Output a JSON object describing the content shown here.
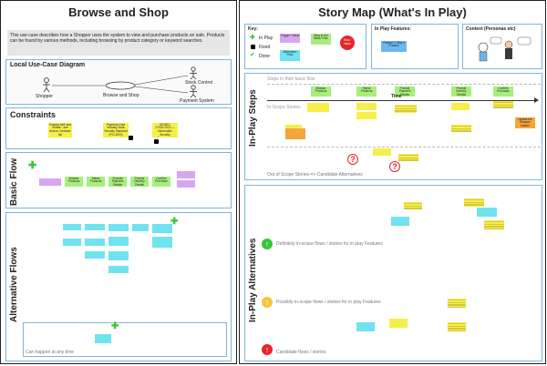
{
  "left": {
    "title": "Browse and Shop",
    "description": "This use case describes how a Shopper uses the system to view and purchase products on sale.  Products can be found by various methods, including browsing by product category or keyword searches.",
    "use_case_diagram": {
      "title": "Local Use-Case Diagram",
      "actors": [
        "Shopper",
        "Stock Control",
        "Payment System"
      ],
      "use_case": "Browse and Shop"
    },
    "constraints": {
      "title": "Constraints",
      "notes": [
        "Support web and mobile - see device / browser list",
        "Payment Card Industry Data Security Standard (PCI-DSS)",
        "ISO/IEC 27001:2013 — Information Security Management"
      ]
    },
    "basic_flow": {
      "title": "Basic Flow",
      "steps": [
        "Browse Products",
        "Select Products",
        "Provide Payment Details",
        "Provide Delivery Details",
        "Confirm Purchase"
      ]
    },
    "alternative_flows": {
      "title": "Alternative Flows",
      "footer": "Can happen at any time"
    }
  },
  "right": {
    "title": "Story Map (What's In Play)",
    "key": {
      "title": "Key:",
      "items": [
        "In Play",
        "Fixed",
        "Done"
      ],
      "boxes": [
        "Trigger / Value",
        "Step in the Basic Flow",
        "Alternative Flow",
        "Risk / Issue"
      ]
    },
    "features": {
      "title": "In Play Features:",
      "feature": "Feature 1: Buy a Product"
    },
    "context": {
      "title": "Context (Personas etc)"
    },
    "in_play_steps": {
      "title": "In-Play Steps",
      "steps_label": "Steps in their basic flow",
      "time_label": "Time",
      "scope_label": "In Scope Stories",
      "out_label": "Out of Scope Stories => Candidate Alternatives",
      "steps": [
        "Browse Products",
        "Select Products",
        "Provide Payment Details",
        "Provide Delivery Details",
        "Confirm Purchase"
      ],
      "extra": "Update the Shopper basket"
    },
    "alternatives": {
      "title": "In-Play Alternatives",
      "rows": [
        "Definitely in-scope flows / stories for in play Features",
        "Possibly in-scope flows / stories for in play Features",
        "Candidate flows / stories"
      ]
    }
  }
}
